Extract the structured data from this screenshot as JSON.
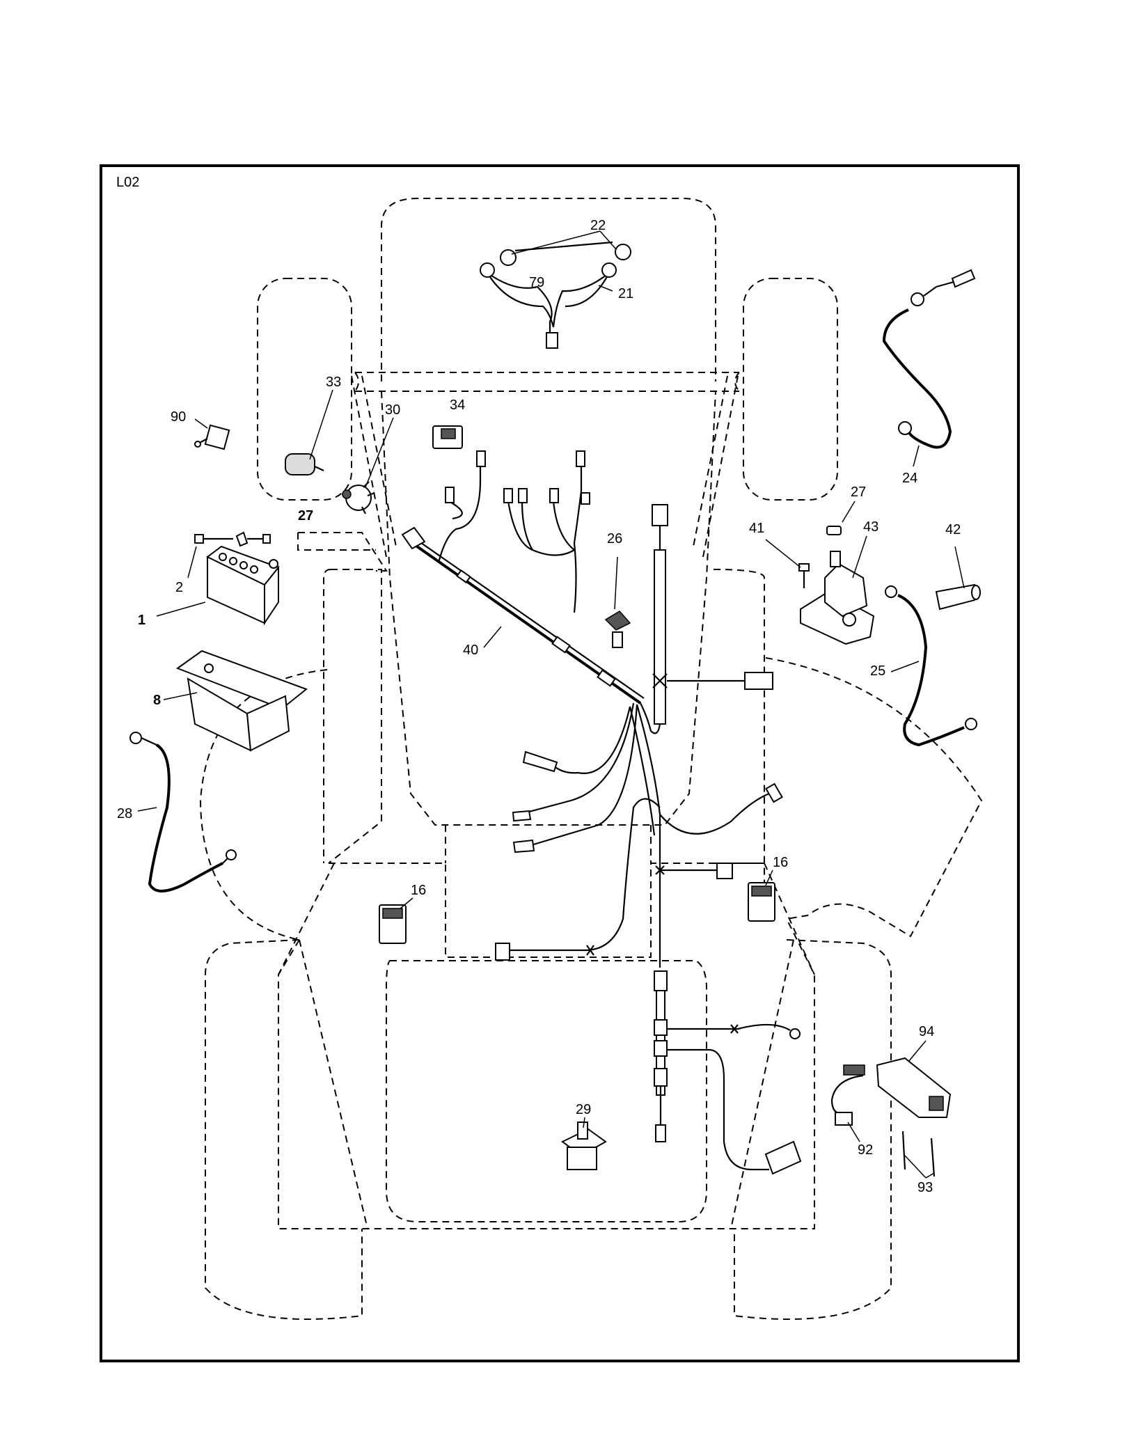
{
  "page_label": "L02",
  "callouts": [
    {
      "id": "22",
      "bold": false
    },
    {
      "id": "79",
      "bold": false
    },
    {
      "id": "21",
      "bold": false
    },
    {
      "id": "33",
      "bold": false
    },
    {
      "id": "30",
      "bold": false
    },
    {
      "id": "34",
      "bold": false
    },
    {
      "id": "90",
      "bold": false
    },
    {
      "id": "27",
      "bold": true
    },
    {
      "id": "2",
      "bold": false
    },
    {
      "id": "1",
      "bold": true
    },
    {
      "id": "8",
      "bold": true
    },
    {
      "id": "28",
      "bold": false
    },
    {
      "id": "40",
      "bold": false
    },
    {
      "id": "26",
      "bold": false
    },
    {
      "id": "24",
      "bold": false
    },
    {
      "id": "27",
      "bold": false
    },
    {
      "id": "41",
      "bold": false
    },
    {
      "id": "43",
      "bold": false
    },
    {
      "id": "42",
      "bold": false
    },
    {
      "id": "25",
      "bold": false
    },
    {
      "id": "16",
      "bold": false
    },
    {
      "id": "16",
      "bold": false
    },
    {
      "id": "94",
      "bold": false
    },
    {
      "id": "92",
      "bold": false
    },
    {
      "id": "93",
      "bold": false
    },
    {
      "id": "29",
      "bold": false
    }
  ]
}
